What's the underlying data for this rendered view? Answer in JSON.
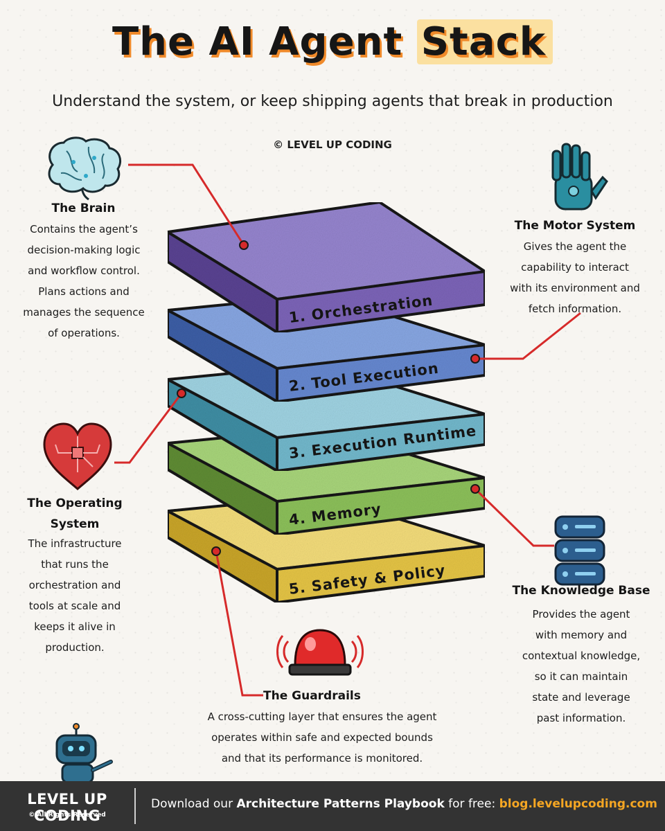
{
  "title": {
    "main": "The AI Agent ",
    "highlight": "Stack"
  },
  "subtitle": "Understand the system, or keep shipping agents that break in production",
  "copyright": "© LEVEL UP CODING",
  "layers": [
    {
      "label": "1. Orchestration",
      "color": "#8b76c4"
    },
    {
      "label": "2. Tool Execution",
      "color": "#6f8fd6"
    },
    {
      "label": "3. Execution Runtime",
      "color": "#88c6d8"
    },
    {
      "label": "4. Memory",
      "color": "#9dcd6e"
    },
    {
      "label": "5. Safety & Policy",
      "color": "#f0d266"
    }
  ],
  "callouts": {
    "brain": {
      "title": "The Brain",
      "lines": [
        "Contains the agent’s",
        "decision-making logic",
        "and workflow control.",
        "Plans actions and",
        "manages the sequence",
        "of operations."
      ]
    },
    "motor": {
      "title": "The Motor System",
      "lines": [
        "Gives the agent the",
        "capability to interact",
        "with its environment and",
        "fetch information."
      ]
    },
    "os": {
      "title_lines": [
        "The Operating",
        "System"
      ],
      "lines": [
        "The infrastructure",
        "that runs the",
        "orchestration and",
        "tools at scale and",
        "keeps it alive in",
        "production."
      ]
    },
    "knowledge": {
      "title": "The Knowledge Base",
      "lines": [
        "Provides the agent",
        "with memory and",
        "contextual knowledge,",
        "so it can maintain",
        "state and leverage",
        "past information."
      ]
    },
    "guardrails": {
      "title": "The Guardrails",
      "lines": [
        "A cross-cutting layer that ensures the agent",
        "operates within safe and expected bounds",
        "and that its performance is monitored."
      ]
    }
  },
  "icons": [
    "brain-icon",
    "robot-hand-icon",
    "circuit-heart-icon",
    "database-icon",
    "siren-icon",
    "robot-mascot-icon"
  ],
  "footer": {
    "brand": "LEVEL UP CODING",
    "rights": "© All Rights Reserved",
    "cta_prefix": "Download our ",
    "cta_bold": "Architecture Patterns Playbook",
    "cta_middle": " for free: ",
    "cta_link": "blog.levelupcoding.com"
  },
  "colors": {
    "accent": "#f08a2a",
    "connector": "#d62a2a",
    "footer_bg": "#333333",
    "footer_link": "#f5a623"
  }
}
